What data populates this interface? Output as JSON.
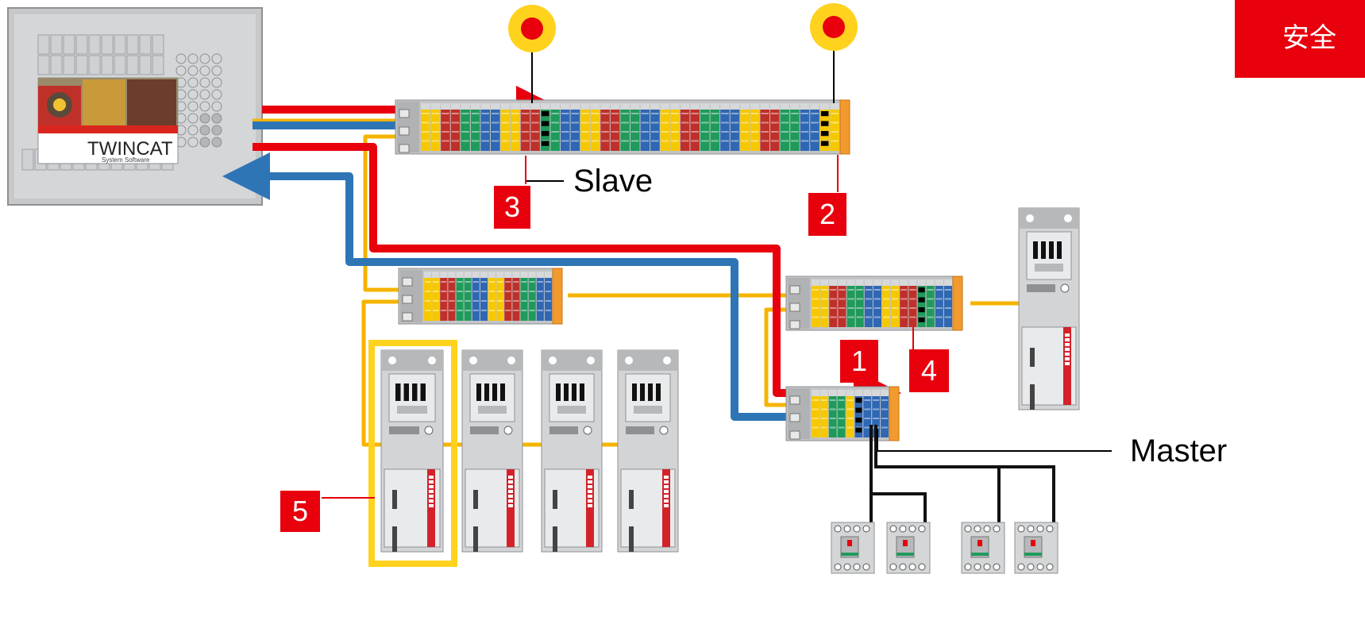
{
  "banner": {
    "text": "安全"
  },
  "ipc": {
    "brand": "TWINCAT",
    "brand_sub": "System Software"
  },
  "labels": {
    "slave": "Slave",
    "master": "Master"
  },
  "callouts": [
    "1",
    "2",
    "3",
    "4",
    "5"
  ],
  "colors": {
    "red_line": "#e8000d",
    "blue_line": "#2e75b6",
    "yellow_line": "#f5b400",
    "callout_bg": "#e8000d",
    "highlight": "#ffd21e",
    "estop_ring": "#ffd21e",
    "estop_button": "#e8000d"
  },
  "icons": [
    "emergency-stop-icon",
    "drive-unit-icon",
    "contactor-icon",
    "io-terminal-strip-icon",
    "industrial-pc-icon"
  ]
}
